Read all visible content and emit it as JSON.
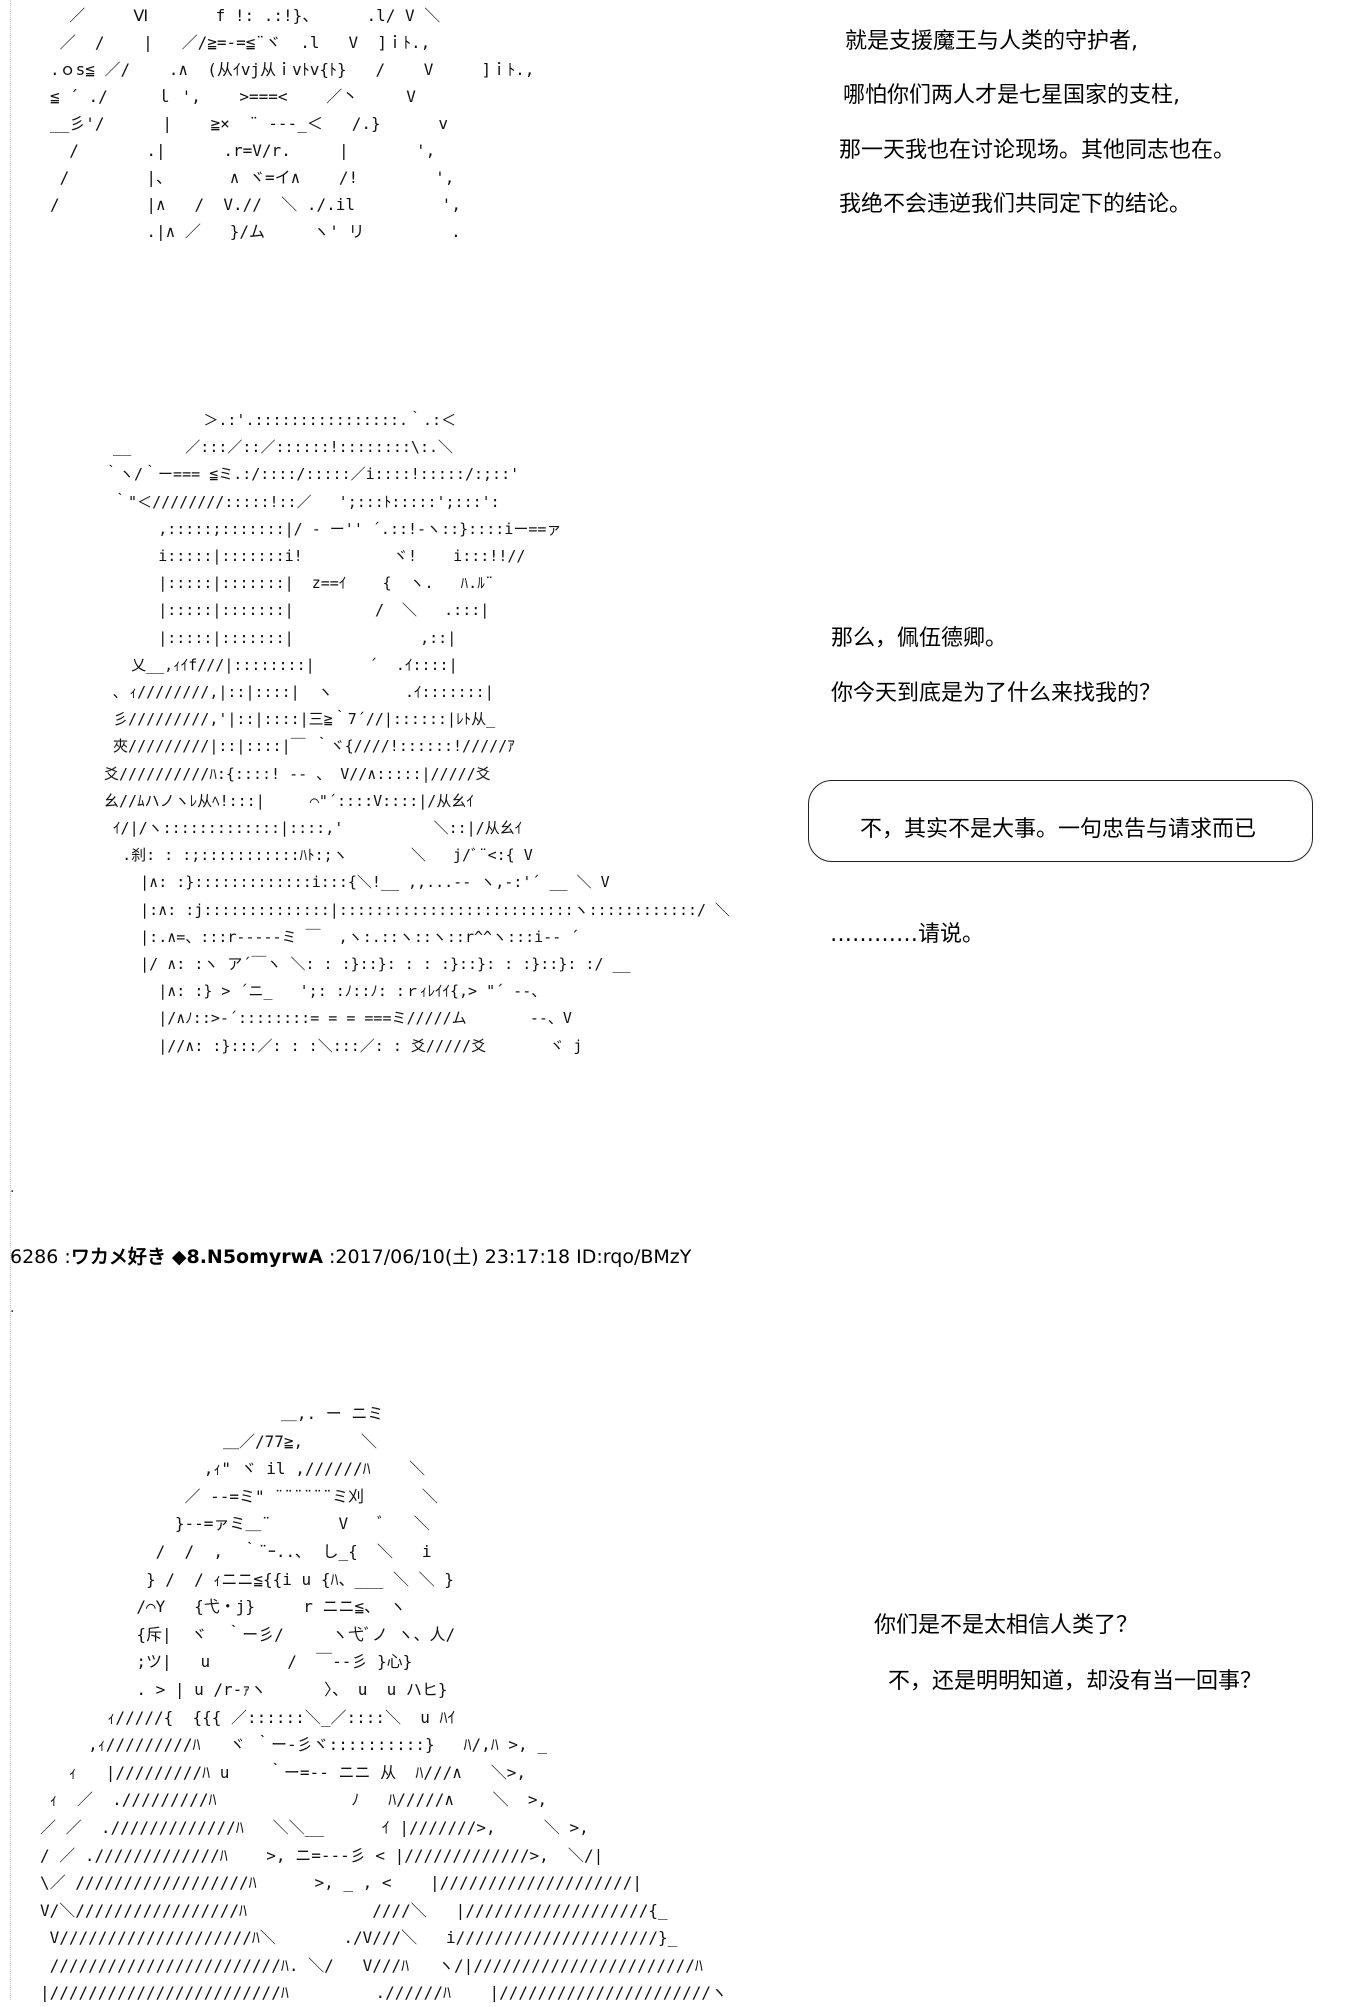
{
  "post": {
    "number": "6286",
    "name": "ワカメ好き",
    "trip": "◆8.N5omyrwA",
    "datetime": "2017/06/10(土) 23:17:18",
    "id": "ID:rqo/BMzY",
    "separator": ":"
  },
  "panel1": {
    "lines": [
      "就是支援魔王与人类的守护者,",
      "哪怕你们两人才是七星国家的支柱,",
      "那一天我也在讨论现场。其他同志也在。",
      "我绝不会违逆我们共同定下的结论。"
    ],
    "art": "  ／     Ⅵ       f !: .:!}、     .l/ V ＼\n ／  /    |   ／/≧=-=≦¨ヾ  .l   V  ]ｉﾄ.,\n.ｏs≦ ／/    .∧  (从ｲvj从ｉvﾄv{ﾄ}   /    V     ]ｉﾄ.,\n≦ ´ ./     ｌ ',    >===<    ／丶     V\n__彡'/      |    ≧×  ¨ ‐-‐_＜   /.}      v\n  /       .|      .r=V/r.     |       ',\n /        |、      ∧ ヾ=イ∧    /!        ',\n/         |∧   /  V.//  ＼ ./.il         ',\n          .|∧ ／   }/ム     ヽ' リ         ."
  },
  "panel2": {
    "speaker_lines": [
      "那么，佩伍德卿。",
      "你今天到底是为了什么来找我的？"
    ],
    "bubble_text": "不，其实不是大事。一句忠告与请求而已",
    "reply": "…………请说。",
    "art": "            ＞.:'.::::::::::::::::.｀.:＜\n  __      ／:::／::／::::::!::::::::\\:.＼\n ｀ヽ/｀ー=== ≦ミ.:/::::/:::::／i::::!:::::/:;::'\n  ｀\"＜////////:::::!::／   ';:::ﾄ:::::';:::':\n       ,:::::;:::::::|/ ‐ ー'' ´.::!‐ヽ::}::::iー==ァ\n       i:::::|:::::::i!          ヾ!    i:::!!//\n       |:::::|:::::::|  z==ｲ    {  ヽ.   ﾊ.ﾙ¨\n       |:::::|:::::::|         /  ＼   .:::|\n       |:::::|:::::::|              ,::|\n    乂__,ｨｲf///|::::::::|      ´  .ｲ::::|\n  ､ ｨ////////,|::|::::|  ヽ        .ｲ:::::::|\n  彡/////////,'|::|::::|三≧｀7´//|::::::|ﾚﾄ从_\n  夾/////////|::|::::|￣ ｀ヾ{////!::::::!/////ｱ\n 爻//////////ﾊ:{::::! ‐‐ 、 V//∧:::::|/////爻\n 幺//ﾑハノヽﾚ从ﾍ!:::|     ⌒\"´::::V::::|/从幺ｲ\n  ｲ/|/ヽ:::::::::::::|::::,'          ＼::|/从幺ｲ\n   .刹: : :;:::::::::::ﾊﾄ:;ヽ       ＼   j/ﾞ¨<:{ V\n     |∧: :}:::::::::::::i:::{＼!__ ,,...-- ヽ,-:'´ __ ＼ V\n     |:∧: :j::::::::::::::|::::::::::::::::::::::::::ヽ::::::::::::/ ＼\n     |:.∧=、:::r-----ミ ￣  ,ヽ:.::ヽ::ヽ::r^^ヽ:::i-- ´\n     |/ ∧: :ヽ ア´￣ヽ ＼: : :}::}: : : :}::}: : :}::}: :/ __\n       |∧: :} > ´ニ_   ';: :ﾉ::ﾉ: :ｒｨﾚｲｲ{,> \"´ ‐‐、\n       |/∧ﾉ::>-´::::::::= = = ===ミ/////ム       ‐‐、V\n       |//∧: :}:::／: : :＼:::／: : 爻/////爻       ヾ j"
  },
  "panel3": {
    "lines": [
      "你们是不是太相信人类了？",
      "不，还是明明知道，却没有当一回事？"
    ],
    "art": "                         ＿,. ー ニミ\n                   ＿／/77≧,      ＼\n                 ,ｨ\" ヾ il ,//////ﾊ    ＼\n               ／ ‐‐=ミ\" ¨¨¨¨¨¨ミ刈      ＼\n              }‐‐=ァミ＿¨       V   ﾞ   ＼\n            /  /  ,  ｀¨ｰ..､  し_{  ＼   i\n           } /  / ｨニニ≦{{i u {ﾊ、___ ＼ ＼ }\n          /⌒Y   {弋・j}     r ニニ≦、 ヽ\n          {斥|  ヾ  ｀ー彡/     ヽ弋ﾞノ ヽ、人/\n          ;ツ|   u        /  ￣‐‐彡 }心}\n          . > | u /r‐ｧヽ      〉、 u  u ハヒ}\n       ｨ/////{  {{{ ／::::::＼_／::::＼  u ﾊｲ\n     ,ｨ/////////ﾊ   ヾ ｀ー‐彡ヾ::::::::::}   ﾊ/,ﾊ >, _\n   ｨ   |/////////ﾊ u    ｀ー=‐- ニニ 从  ﾊ///∧   ＼>,\n ｨ  ／  ./////////ﾊ              ﾉ   ﾊ/////∧    ＼  >,\n／ ／  ./////////////ﾊ   ＼＼__      ｲ |///////>,     ＼ >,\n/ ／ ./////////////ﾊ    >, ニ=‐‐‐彡 < |/////////////>,  ＼/|\n\\／ //////////////////ﾊ      >, _ , <    |////////////////////|\nV/＼/////////////////ﾊ             ////＼   |///////////////////{_\n V////////////////////ﾊ＼       ./V///＼   i/////////////////////}_\n ////////////////////////ﾊ. ＼/   V///ﾊ   ヽ/|///////////////////////ﾊ\n|////////////////////////ﾊ         .//////ﾊ    |//////////////////////ヽ"
  },
  "marks": {
    "dot": "."
  }
}
